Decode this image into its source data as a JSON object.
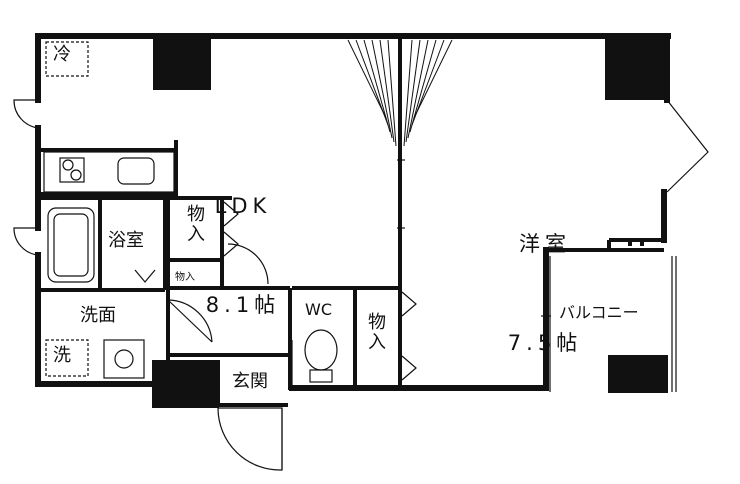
{
  "plan": {
    "rooms": {
      "ldk_name": "LDK",
      "ldk_size": "8.1帖",
      "western_name": "洋室",
      "western_size": "7.5帖",
      "bath": "浴室",
      "washroom": "洗面",
      "toilet": "WC",
      "entrance": "玄関",
      "balcony": "バルコニー"
    },
    "storage": {
      "upper": "物入",
      "small": "物入",
      "hall": "物入"
    },
    "appliances": {
      "refrigerator": "冷",
      "washer": "洗"
    }
  }
}
